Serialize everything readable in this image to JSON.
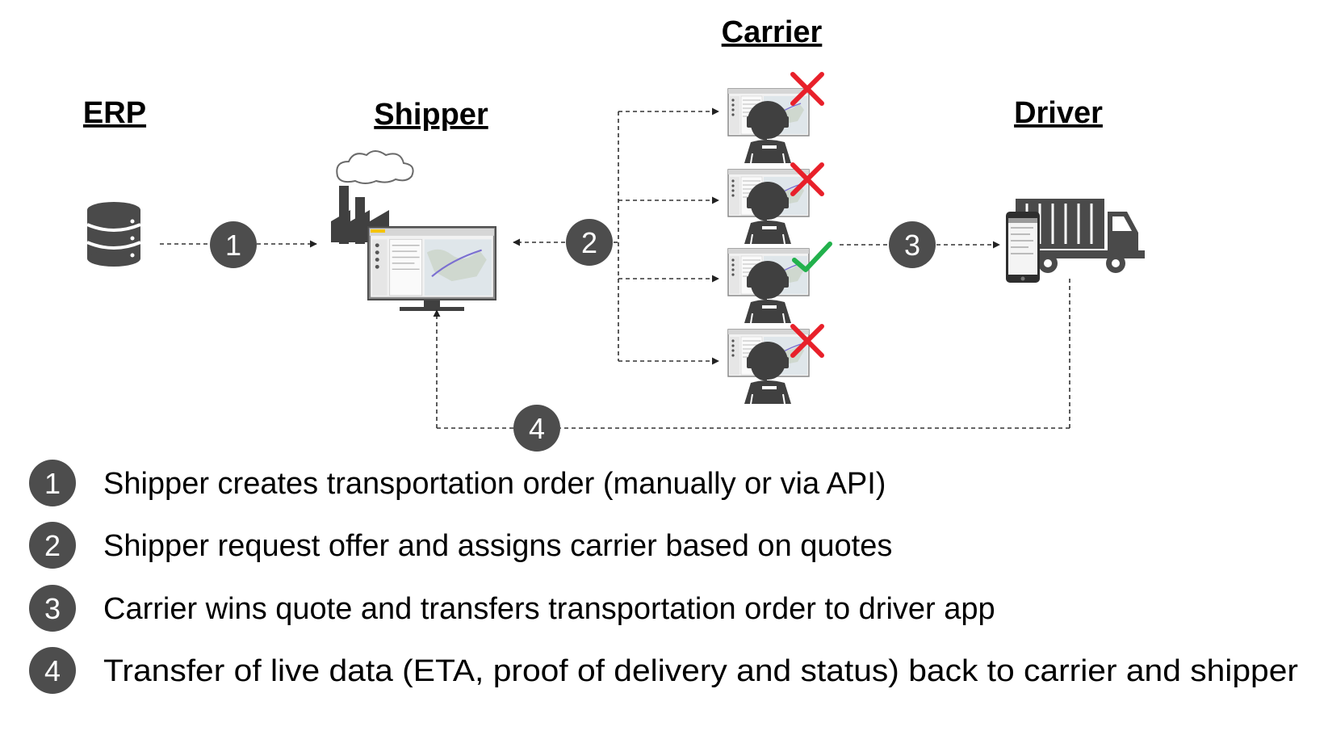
{
  "labels": {
    "erp": "ERP",
    "shipper": "Shipper",
    "carrier": "Carrier",
    "driver": "Driver"
  },
  "steps": [
    {
      "num": "1",
      "text": "Shipper creates transportation order (manually or via API)"
    },
    {
      "num": "2",
      "text": "Shipper request offer and assigns carrier based on quotes"
    },
    {
      "num": "3",
      "text": "Carrier wins quote and transfers transportation order to driver app"
    },
    {
      "num": "4",
      "text": "Transfer of live data (ETA, proof of delivery and status) back to carrier and shipper"
    }
  ],
  "carriers": [
    {
      "status": "rejected",
      "mark_icon": "cross-icon"
    },
    {
      "status": "rejected",
      "mark_icon": "cross-icon"
    },
    {
      "status": "accepted",
      "mark_icon": "check-icon"
    },
    {
      "status": "rejected",
      "mark_icon": "cross-icon"
    }
  ],
  "colors": {
    "icon_dark": "#4a4a4a",
    "badge": "#4d4d4d",
    "cross": "#e8202a",
    "check": "#22b14c",
    "connector": "#333333"
  }
}
